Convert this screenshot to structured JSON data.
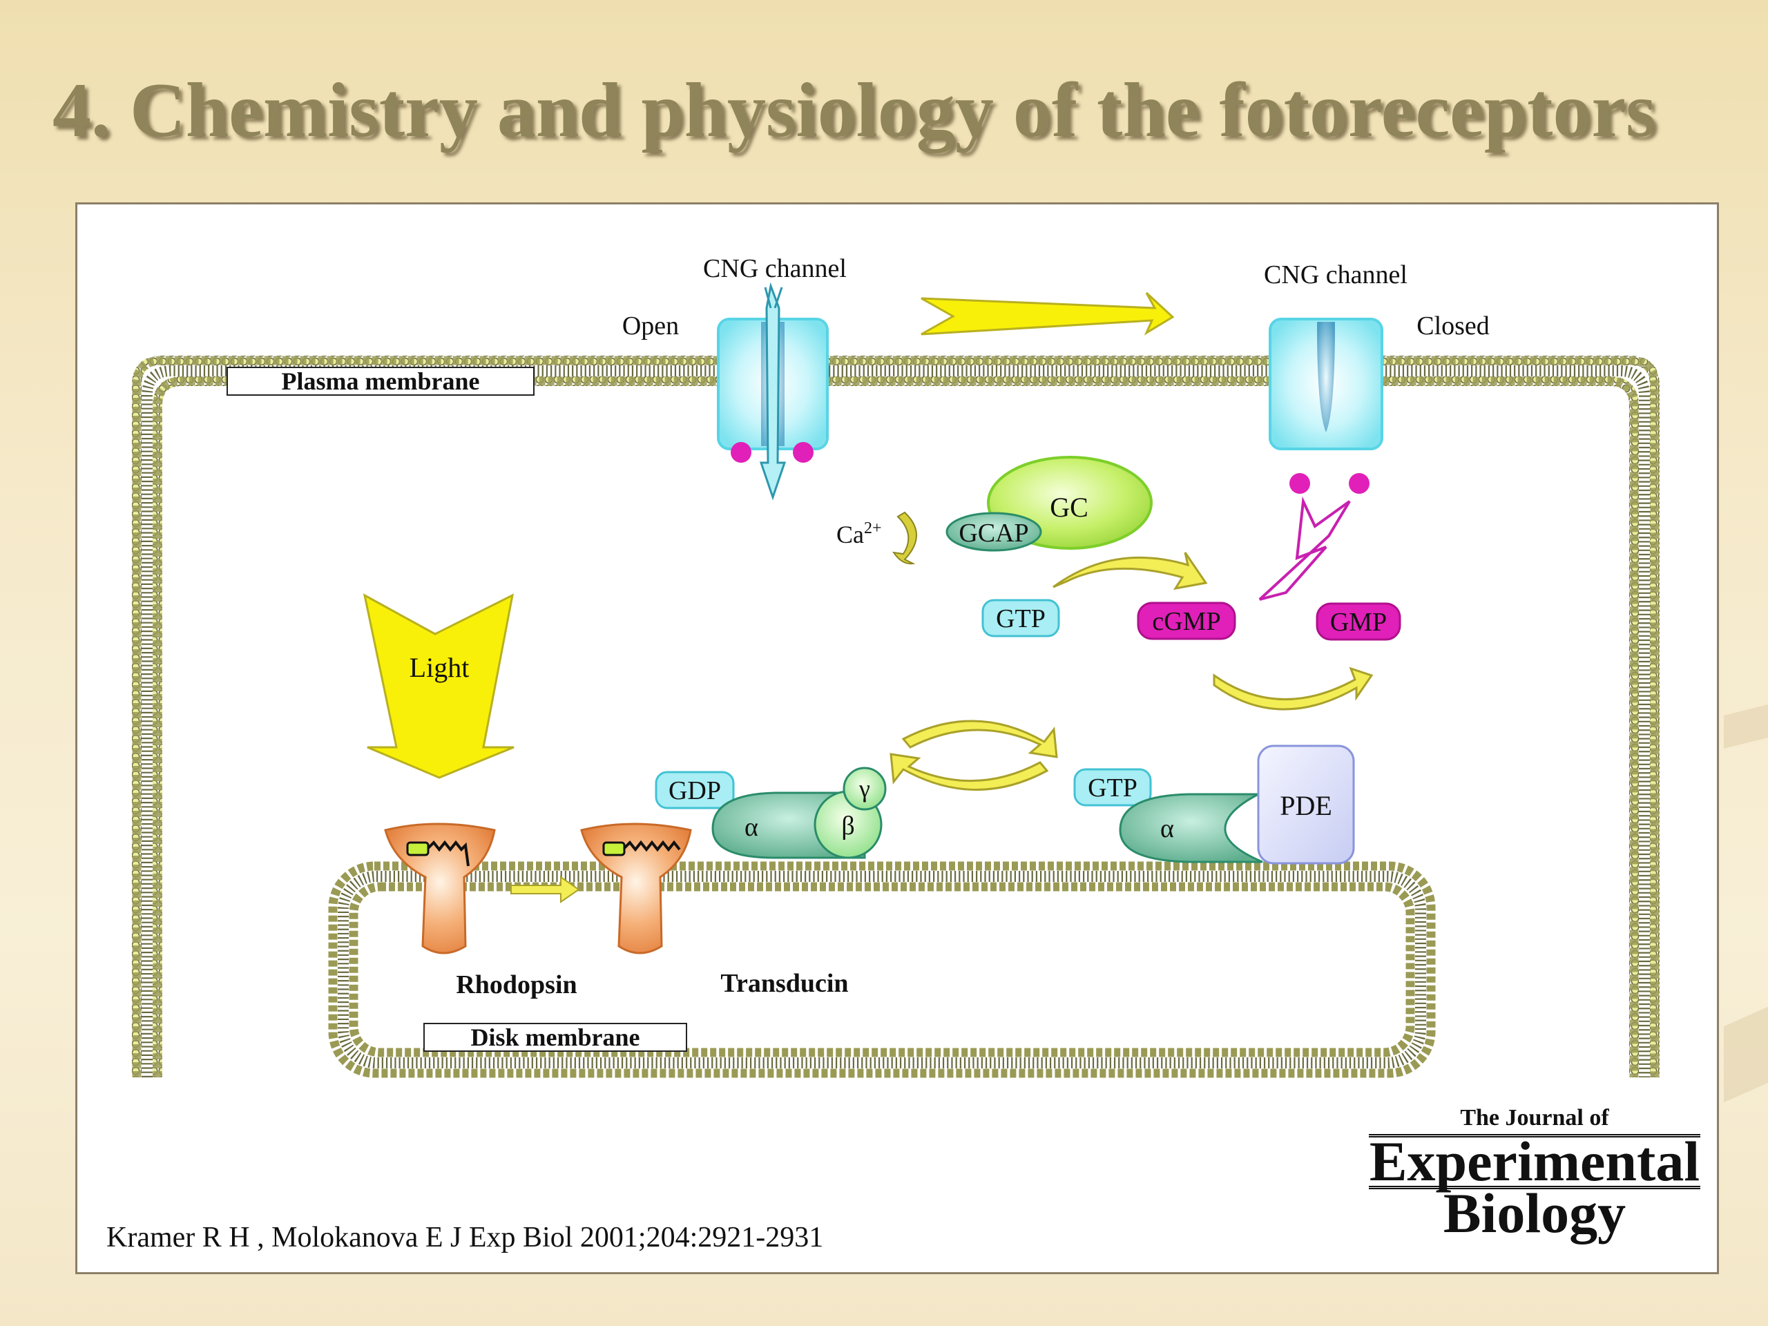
{
  "slide": {
    "title": "4. Chemistry and physiology of the fotoreceptors",
    "citation": "Kramer R H , Molokanova E J Exp Biol 2001;204:2921-2931"
  },
  "diagram": {
    "labels": {
      "cng_open_title": "CNG channel",
      "cng_open_state": "Open",
      "cng_closed_title": "CNG channel",
      "cng_closed_state": "Closed",
      "plasma_membrane": "Plasma membrane",
      "disk_membrane": "Disk membrane",
      "light": "Light",
      "rhodopsin": "Rhodopsin",
      "transducin": "Transducin",
      "calcium": "Ca",
      "calcium_charge": "2+",
      "gc": "GC",
      "gcap": "GCAP",
      "gtp_top": "GTP",
      "cgmp": "cGMP",
      "gmp": "GMP",
      "gdp": "GDP",
      "alpha_1": "α",
      "beta": "β",
      "gamma": "γ",
      "gtp_bottom": "GTP",
      "alpha_2": "α",
      "pde": "PDE"
    }
  },
  "journal_logo": {
    "line1": "The Journal of",
    "line2": "Experimental",
    "line3": "Biology"
  },
  "colors": {
    "membrane_bead": "#e9ee9c",
    "membrane_outline": "#6a6a40",
    "channel": "#a5eef7",
    "magenta": "#e020b8",
    "arrow_yellow": "#f8f008",
    "curved_arrow": "#d6cf3a",
    "gc_green": "#c7f06a",
    "teal_protein": "#6fc0a0",
    "rhodopsin_orange": "#f2a060",
    "pde_lavender": "#d8dcf7",
    "title_text": "#8f845a"
  }
}
